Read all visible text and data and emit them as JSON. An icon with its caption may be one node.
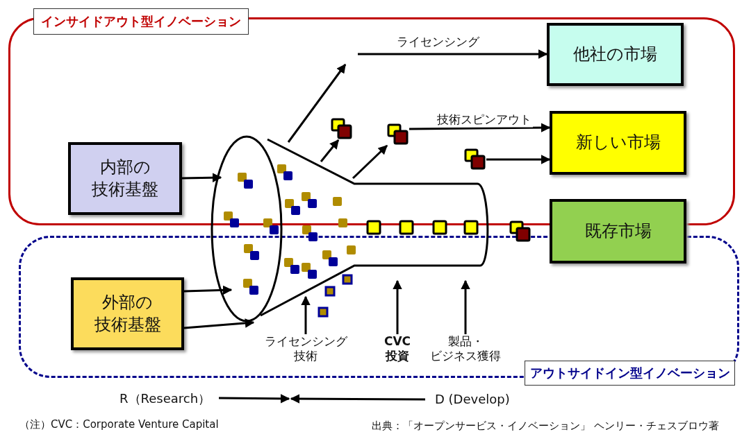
{
  "diagram": {
    "nodes": [
      {
        "text": [
          "インサイドアウト型イノベーション"
        ]
      },
      {
        "text": [
          "アウトサイドイン型イノベーション"
        ]
      },
      {
        "text": [
          "内部の技術基盤"
        ],
        "in": 0
      },
      {
        "text": [
          "外部の技術基盤"
        ],
        "in": 1
      },
      {
        "text": [
          "他社の市場"
        ],
        "in": 0
      },
      {
        "text": [
          "新しい市場"
        ],
        "in": 0
      },
      {
        "text": [
          "既存市場"
        ]
      },
      {
        "text": [],
        "shape": "funnel"
      },
      {
        "text": [
          "ライセンシング技術"
        ],
        "in": 1
      },
      {
        "text": [
          "CVC投資"
        ],
        "in": 1
      },
      {
        "text": [
          "製品・ビジネス獲得"
        ],
        "in": 1
      },
      {
        "text": [],
        "shape": "box",
        "in": 0
      },
      {
        "text": [],
        "shape": "box",
        "in": 0
      },
      {
        "text": [],
        "shape": "box"
      }
    ],
    "edges": [
      {
        "from": 2,
        "to": 7,
        "arrow": "to"
      },
      {
        "from": 3,
        "to": 7,
        "arrow": "to"
      },
      {
        "from": 3,
        "to": 7,
        "arrow": "to"
      },
      {
        "from": 7,
        "to": null,
        "arrow": "to"
      },
      {
        "from": null,
        "to": 4,
        "arrow": "to",
        "label": "ライセンシング"
      },
      {
        "from": 7,
        "to": 11,
        "arrow": "to"
      },
      {
        "from": 7,
        "to": 12,
        "arrow": "to"
      },
      {
        "from": 12,
        "to": 5,
        "arrow": "to",
        "label": "技術スピンアウト"
      },
      {
        "from": 13,
        "to": 5,
        "arrow": "to"
      },
      {
        "from": 8,
        "to": 7,
        "arrow": "to"
      },
      {
        "from": 9,
        "to": 7,
        "arrow": "to"
      },
      {
        "from": 10,
        "to": 7,
        "arrow": "to"
      }
    ],
    "labels": [
      "R（Research）",
      "D (Develop)",
      "（注）CVC：Corporate Venture Capital",
      "出典：「オープンサービス・イノベーション」 ヘンリー・チェスブロウ著"
    ]
  }
}
